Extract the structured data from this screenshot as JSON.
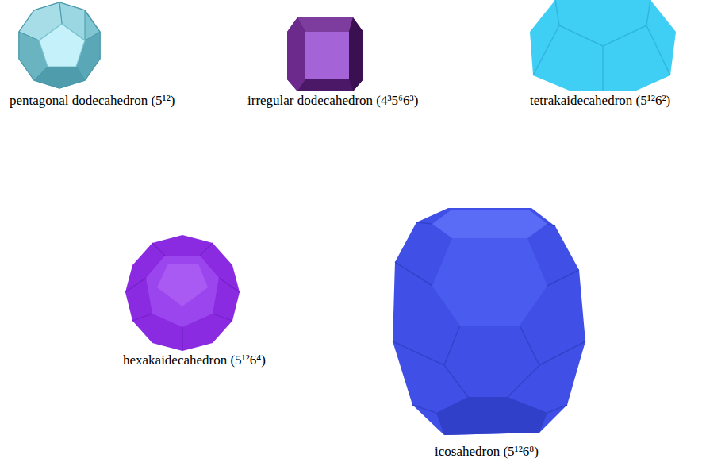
{
  "diagram": {
    "labels": [
      "pentagonal dodecahedron (5¹²)",
      "irregular dodecahedron (4³5⁶6³)",
      "tetrakaidecahedron (5¹²6²)",
      "hexakaidecahedron (5¹²6⁴)",
      "icosahedron (5¹²6⁸)"
    ]
  }
}
